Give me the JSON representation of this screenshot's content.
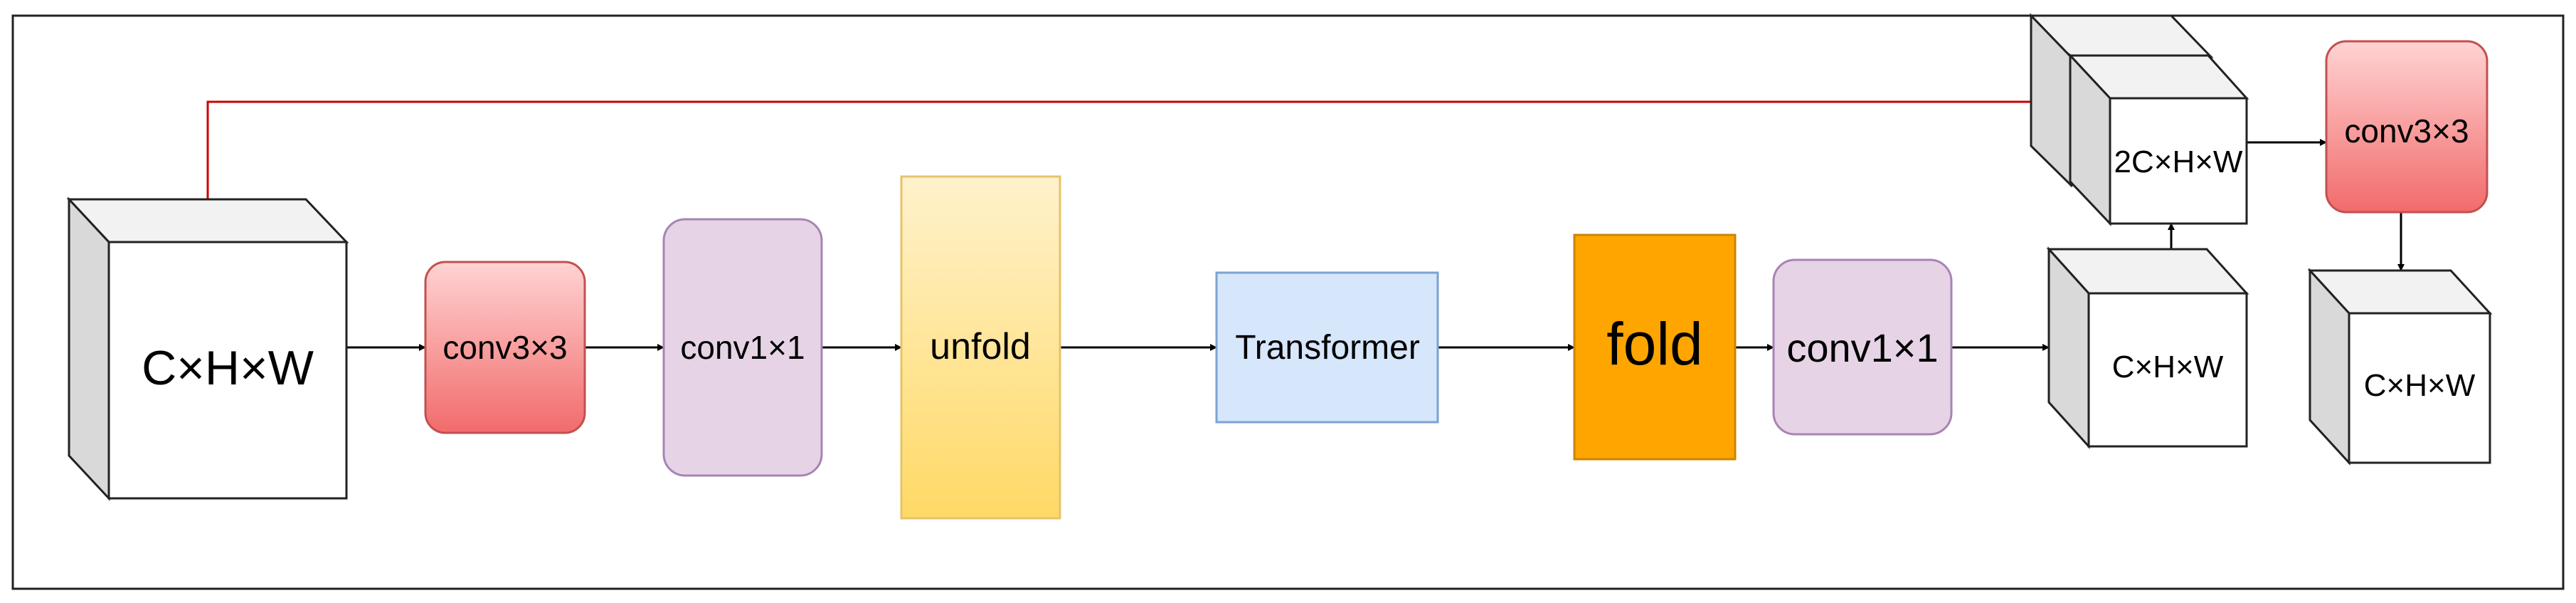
{
  "diagram": {
    "input_cube": {
      "label": "C×H×W"
    },
    "conv3x3_a": {
      "label": "conv3×3",
      "fill_top": "#ffd3d3",
      "fill_bottom": "#f26b6b",
      "stroke": "#c25050"
    },
    "conv1x1_a": {
      "label": "conv1×1",
      "fill": "#e6d4e6",
      "stroke": "#a784b4"
    },
    "unfold": {
      "label": "unfold",
      "fill_top": "#fff2cc",
      "fill_bottom": "#ffd966",
      "stroke": "#e6c36b"
    },
    "transformer": {
      "label": "Transformer",
      "fill": "#d6e6fb",
      "stroke": "#7ba3d1"
    },
    "fold": {
      "label": "fold",
      "fill": "#ffa500",
      "stroke": "#cc8400"
    },
    "conv1x1_b": {
      "label": "conv1×1",
      "fill": "#e6d4e6",
      "stroke": "#a784b4"
    },
    "mid_cube": {
      "label": "C×H×W"
    },
    "concat_cube": {
      "label": "2C×H×W"
    },
    "conv3x3_b": {
      "label": "conv3×3",
      "fill_top": "#ffd3d3",
      "fill_bottom": "#f26b6b",
      "stroke": "#c25050"
    },
    "output_cube": {
      "label": "C×H×W"
    },
    "skip_arrow_color": "#cc0000",
    "arrow_color": "#000000"
  }
}
